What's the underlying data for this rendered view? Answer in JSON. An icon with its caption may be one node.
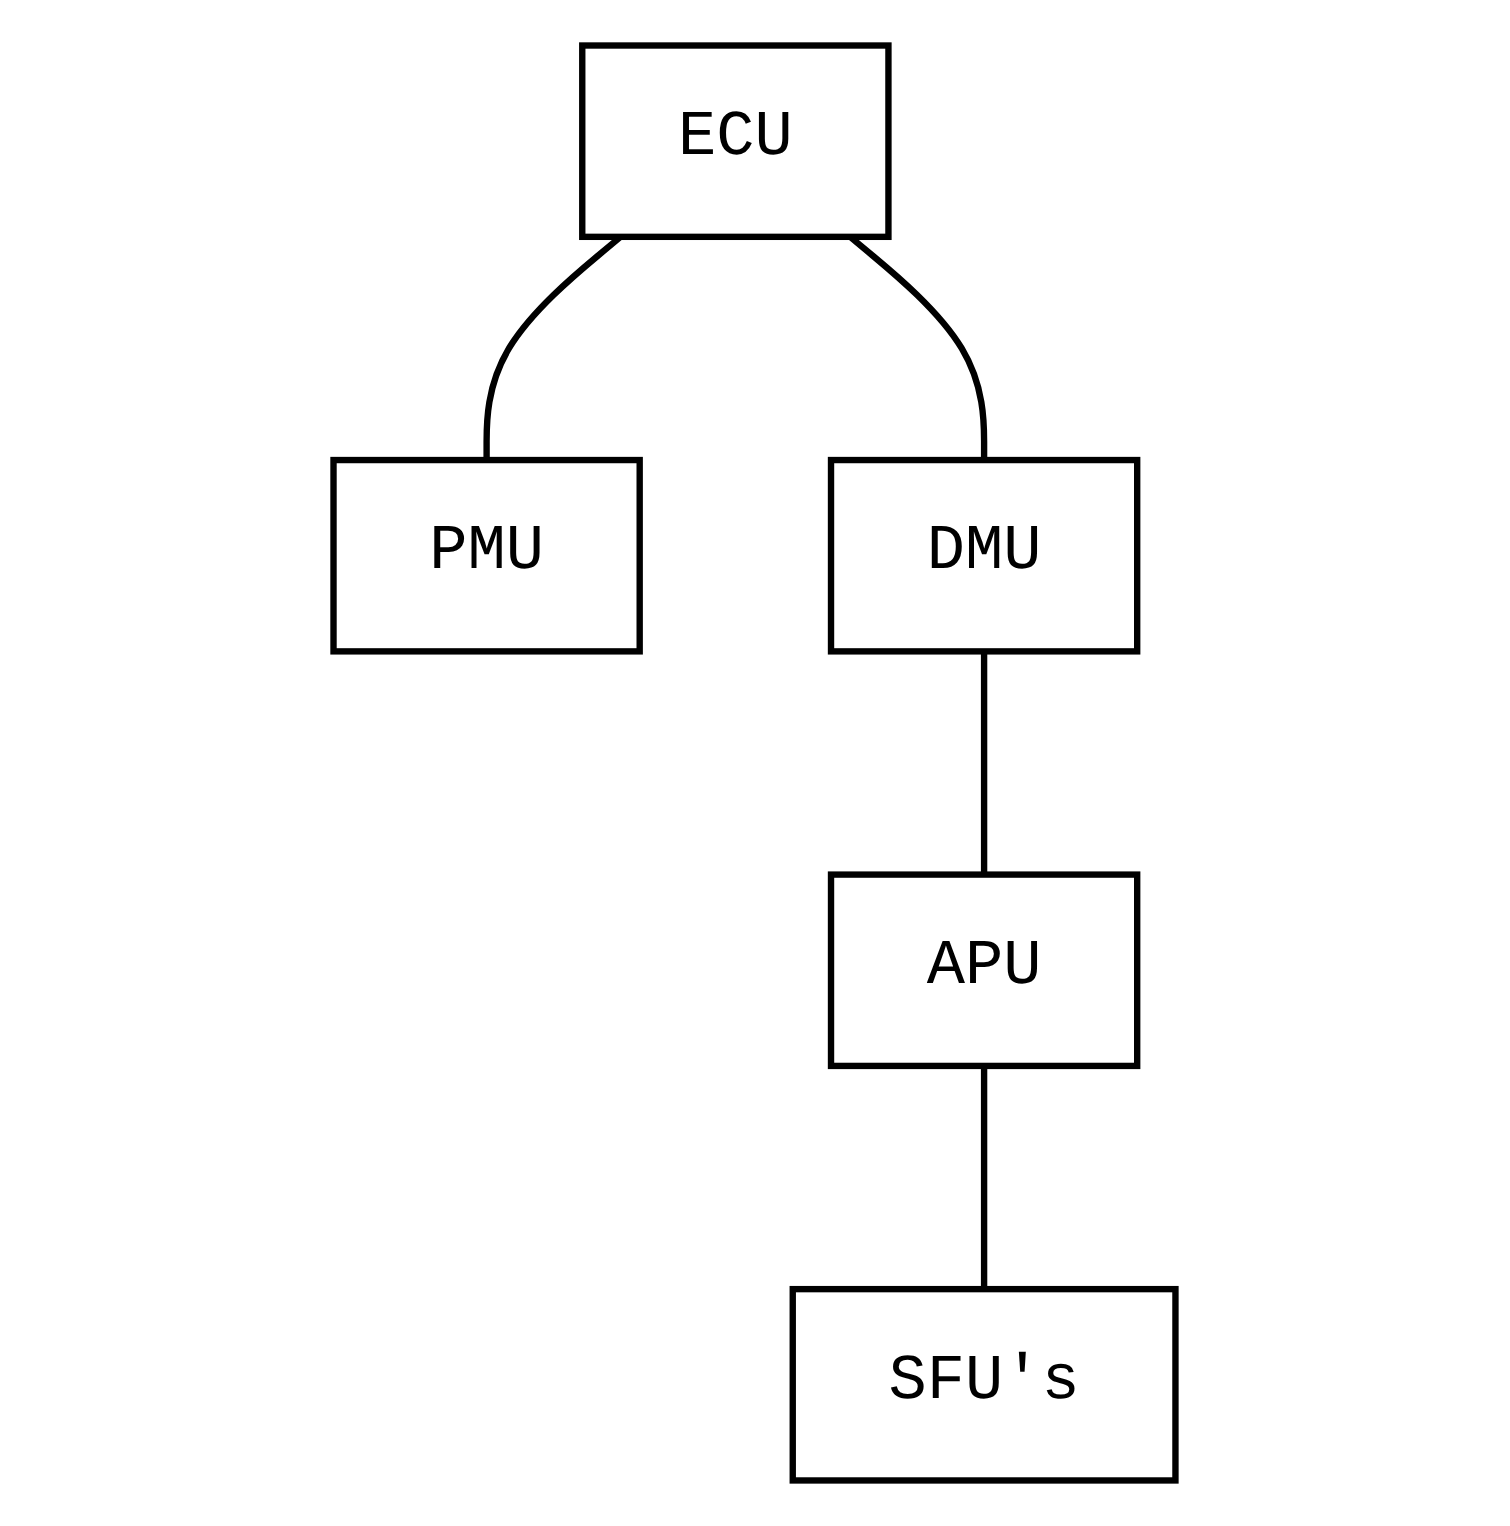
{
  "diagram": {
    "nodes": [
      {
        "text": [
          "ECU"
        ]
      },
      {
        "text": [
          "PMU"
        ]
      },
      {
        "text": [
          "DMU"
        ]
      },
      {
        "text": [
          "APU"
        ]
      },
      {
        "text": [
          "SFU's"
        ]
      }
    ],
    "edges": [
      {
        "from": 0,
        "to": 1,
        "arrow": "none"
      },
      {
        "from": 0,
        "to": 2,
        "arrow": "none"
      },
      {
        "from": 2,
        "to": 3,
        "arrow": "none"
      },
      {
        "from": 3,
        "to": 4,
        "arrow": "none"
      }
    ]
  }
}
